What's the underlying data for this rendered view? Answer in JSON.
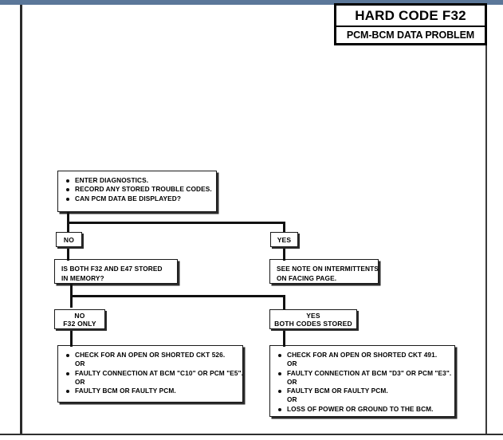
{
  "page": {
    "top_band_color": "#5b7799",
    "ink_color": "#111111"
  },
  "title": {
    "main": "HARD CODE F32",
    "sub": "PCM-BCM DATA PROBLEM"
  },
  "flowchart": {
    "step1": {
      "bullets": [
        "ENTER DIAGNOSTICS.",
        "RECORD ANY STORED TROUBLE CODES.",
        "CAN PCM DATA BE DISPLAYED?"
      ]
    },
    "branch1": {
      "no_label": "NO",
      "yes_label": "YES"
    },
    "step2_left": {
      "line1": "IS BOTH F32 AND E47 STORED",
      "line2": "IN MEMORY?"
    },
    "step2_right": {
      "line1": "SEE NOTE ON INTERMITTENTS",
      "line2": "ON FACING PAGE."
    },
    "branch2": {
      "no_label": "NO",
      "no_sublabel": "F32 ONLY",
      "yes_label": "YES",
      "yes_sublabel": "BOTH CODES STORED"
    },
    "step3_left": {
      "items": [
        "CHECK FOR AN OPEN OR SHORTED CKT 526.",
        "OR",
        "FAULTY CONNECTION AT BCM \"C10\" OR PCM \"E5\".",
        "OR",
        "FAULTY BCM OR FAULTY PCM."
      ]
    },
    "step3_right": {
      "items": [
        "CHECK FOR AN OPEN OR SHORTED CKT 491.",
        "OR",
        "FAULTY CONNECTION AT BCM \"D3\" OR PCM \"E3\".",
        "OR",
        "FAULTY BCM OR FAULTY PCM.",
        "OR",
        "LOSS OF POWER OR GROUND TO THE BCM."
      ]
    }
  }
}
